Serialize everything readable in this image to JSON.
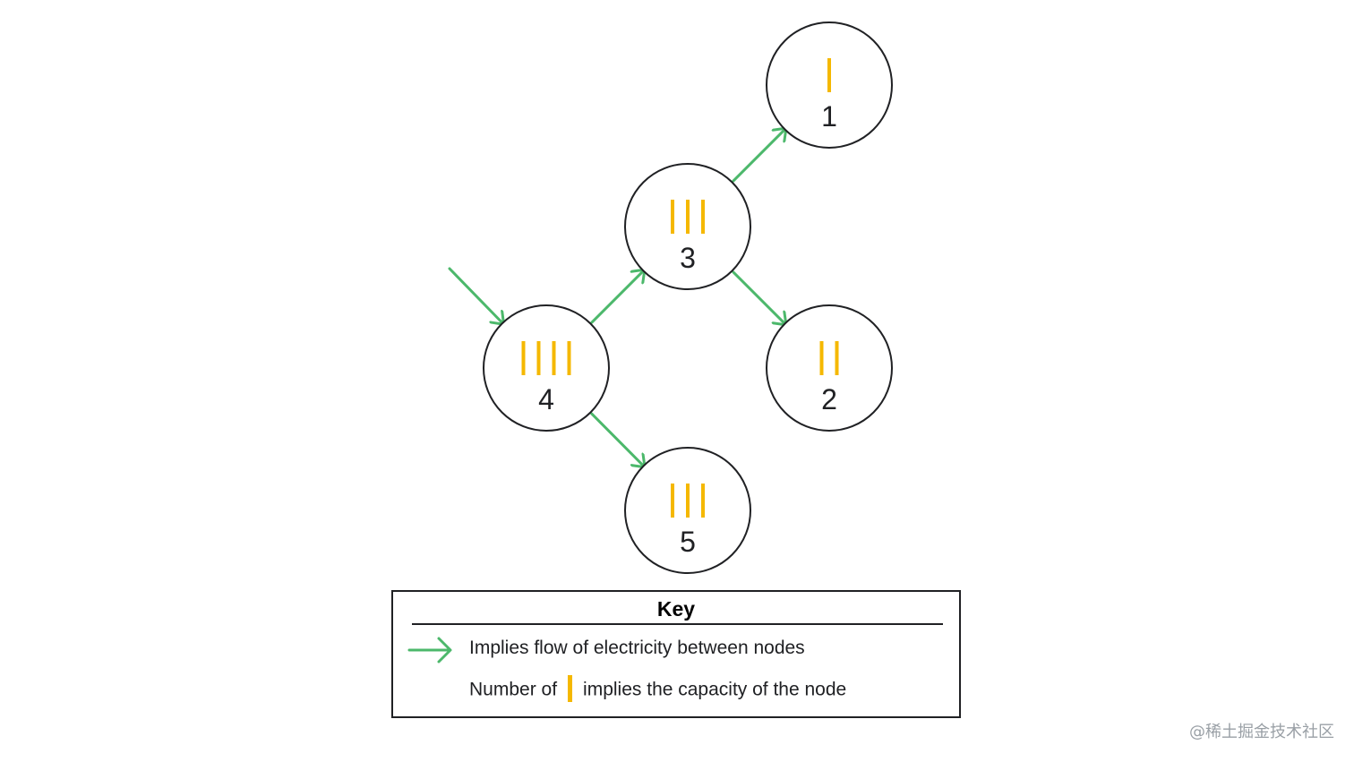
{
  "nodes": [
    {
      "id": "1",
      "label": "1",
      "capacity": 1
    },
    {
      "id": "3",
      "label": "3",
      "capacity": 3
    },
    {
      "id": "4",
      "label": "4",
      "capacity": 4
    },
    {
      "id": "2",
      "label": "2",
      "capacity": 2
    },
    {
      "id": "5",
      "label": "5",
      "capacity": 3
    }
  ],
  "edges": [
    {
      "from": "input",
      "to": "4"
    },
    {
      "from": "4",
      "to": "3"
    },
    {
      "from": "3",
      "to": "1"
    },
    {
      "from": "3",
      "to": "2"
    },
    {
      "from": "4",
      "to": "5"
    }
  ],
  "key": {
    "title": "Key",
    "arrow_description": "Implies flow of electricity between nodes",
    "capacity_prefix": "Number of",
    "capacity_suffix": "implies the capacity of the node"
  },
  "watermark": "@稀土掘金技术社区",
  "colors": {
    "arrow": "#4cb86b",
    "tick": "#f5b800",
    "outline": "#202124"
  }
}
